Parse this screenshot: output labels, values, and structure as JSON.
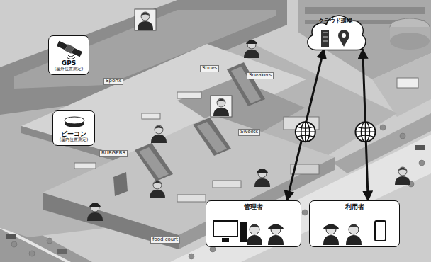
{
  "diagram": {
    "nodes": [
      {
        "text": [
          "GPS",
          "(屋外位置測定)"
        ]
      },
      {
        "text": [
          "ビーコン",
          "(屋内位置測定)"
        ]
      },
      {
        "text": [
          "クラウド環境"
        ]
      },
      {
        "text": [
          "管理者"
        ]
      },
      {
        "text": [
          "利用者"
        ]
      }
    ],
    "edges": [
      {
        "from": 2,
        "to": 3,
        "arrow": "both"
      },
      {
        "from": 2,
        "to": 4,
        "arrow": "both"
      }
    ],
    "labels": [
      "Sports",
      "Shoes",
      "Sneakers",
      "Sweets",
      "BURGERS",
      "food court"
    ]
  }
}
